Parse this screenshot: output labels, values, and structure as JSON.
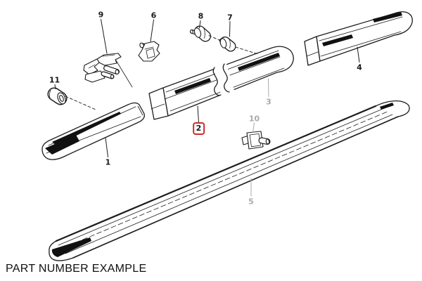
{
  "caption": {
    "text": "PART NUMBER EXAMPLE"
  },
  "colors": {
    "background": "#ffffff",
    "line": "#1d1d1d",
    "muted_label": "#a9a9a9",
    "highlight_box": "#cf2b2b",
    "caption_text": "#111111"
  },
  "highlighted_callout": "2",
  "callouts": [
    {
      "label": "9",
      "style": "normal"
    },
    {
      "label": "6",
      "style": "normal"
    },
    {
      "label": "8",
      "style": "normal"
    },
    {
      "label": "7",
      "style": "normal"
    },
    {
      "label": "11",
      "style": "normal"
    },
    {
      "label": "1",
      "style": "normal"
    },
    {
      "label": "2",
      "style": "highlighted"
    },
    {
      "label": "3",
      "style": "muted"
    },
    {
      "label": "4",
      "style": "normal"
    },
    {
      "label": "10",
      "style": "muted"
    },
    {
      "label": "5",
      "style": "muted"
    }
  ],
  "parts": [
    {
      "callout": "1",
      "type": "moulding-strip-short"
    },
    {
      "callout": "2",
      "type": "moulding-strip-centre-section",
      "highlighted": true
    },
    {
      "callout": "3",
      "type": "moulding-strip-long-section",
      "muted": true
    },
    {
      "callout": "4",
      "type": "moulding-strip-short"
    },
    {
      "callout": "5",
      "type": "moulding-strip-full-length",
      "muted": true
    },
    {
      "callout": "6",
      "type": "fastening-clip"
    },
    {
      "callout": "7",
      "type": "grommet"
    },
    {
      "callout": "8",
      "type": "grommet"
    },
    {
      "callout": "9",
      "type": "fastening-clip"
    },
    {
      "callout": "10",
      "type": "fastening-clip",
      "muted": true
    },
    {
      "callout": "11",
      "type": "grommet"
    }
  ]
}
